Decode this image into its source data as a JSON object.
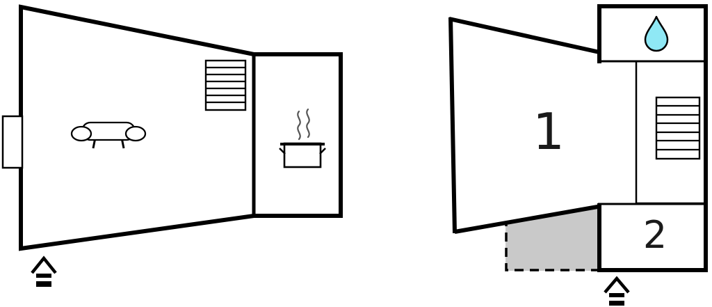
{
  "diagram": {
    "type": "floor-plan",
    "description": "Two vacation-home floor plans side by side"
  },
  "colors": {
    "wall": "#000000",
    "room_fill": "#ffffff",
    "terrace_fill": "#c9c9c9",
    "water_drop_fill": "#8fe8f5",
    "steam_stroke": "#555555",
    "label_color": "#1a1a1a"
  },
  "left_plan": {
    "name": "ground-floor",
    "icons": {
      "window": "window-marker",
      "sofa": "sofa-icon",
      "stairs": "stairs-icon",
      "pot": "cooking-pot-icon",
      "entrance": "entrance-icon"
    }
  },
  "right_plan": {
    "name": "upper-floor",
    "rooms": [
      {
        "label": "1"
      },
      {
        "label": "2"
      }
    ],
    "icons": {
      "water_drop": "water-drop-icon",
      "stairs": "stairs-icon",
      "terrace": "terrace-dashed-area",
      "entrance": "entrance-icon"
    }
  }
}
